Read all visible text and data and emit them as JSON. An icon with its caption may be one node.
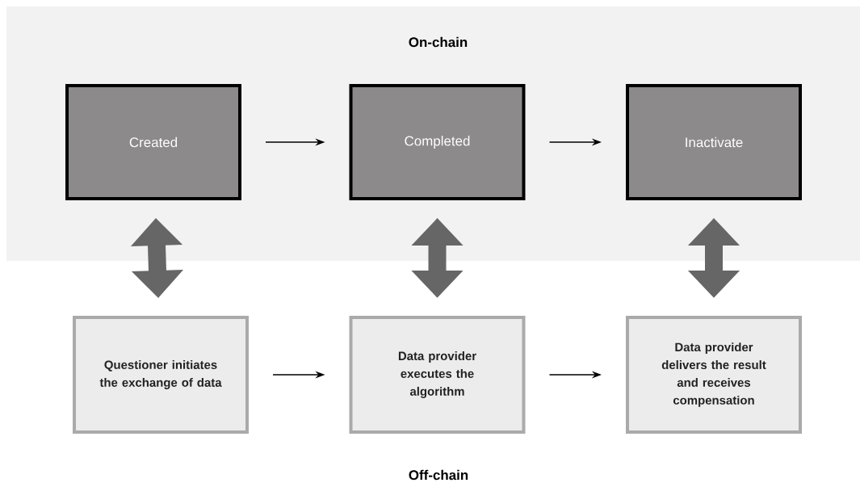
{
  "diagram": {
    "nodes": [
      {
        "text": [
          "On-chain"
        ]
      },
      {
        "text": [
          "Created"
        ],
        "in": 0
      },
      {
        "text": [
          "Completed"
        ],
        "in": 0
      },
      {
        "text": [
          "Inactivate"
        ],
        "in": 0
      },
      {
        "text": [
          "Questioner initiates the exchange of data"
        ]
      },
      {
        "text": [
          "Data provider executes the algorithm"
        ]
      },
      {
        "text": [
          "Data provider delivers the result and receives compensation"
        ]
      }
    ],
    "edges": [
      {
        "from": 1,
        "to": 2,
        "arrow": "to"
      },
      {
        "from": 2,
        "to": 3,
        "arrow": "to"
      },
      {
        "from": 1,
        "to": 4,
        "arrow": "both",
        "style": "thick",
        "color": "#666666"
      },
      {
        "from": 2,
        "to": 5,
        "arrow": "both",
        "style": "thick",
        "color": "#666666"
      },
      {
        "from": 3,
        "to": 6,
        "arrow": "both",
        "style": "thick",
        "color": "#666666"
      },
      {
        "from": 4,
        "to": 5,
        "arrow": "to"
      },
      {
        "from": 5,
        "to": 6,
        "arrow": "to"
      }
    ],
    "labels": [
      "Off-chain"
    ]
  }
}
